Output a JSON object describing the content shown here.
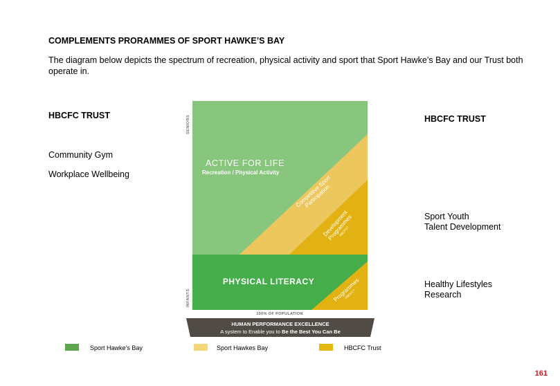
{
  "heading": "COMPLEMENTS PRORAMMES OF SPORT HAWKE’S BAY",
  "intro": "The diagram below depicts the spectrum of recreation, physical activity and sport that Sport Hawke’s Bay and our Trust both operate in.",
  "left_column": {
    "title": "HBCFC TRUST",
    "items": [
      "Community Gym",
      "Workplace Wellbeing"
    ]
  },
  "right_column": {
    "title": "HBCFC TRUST",
    "item_1": [
      "Sport Youth",
      "Talent Development"
    ],
    "item_2": [
      "Healthy Lifestyles",
      "Research"
    ]
  },
  "diagram": {
    "axis_top": "SENIORS",
    "axis_bottom": "INFANTS",
    "axis_x": "100% OF POPULATION",
    "active_title": "ACTIVE FOR LIFE",
    "active_subtitle": "Recreation / Physical Activity",
    "competitive_line1": "Competitive Sport",
    "competitive_line2": "Participation",
    "development_line1": "Development",
    "development_line2": "Programmes",
    "development_tag": "HBCFCT",
    "literacy_title": "PHYSICAL LITERACY",
    "programmes_line1": "Programmes",
    "programmes_tag": "HBCFCT",
    "banner_title": "HUMAN PERFORMANCE EXCELLENCE",
    "banner_sub_prefix": "A system to Enable you to ",
    "banner_sub_bold": "Be the Best You Can Be",
    "colors": {
      "light_green": "#88c67e",
      "dark_green": "#45ad4a",
      "light_yellow": "#ebc75e",
      "dark_yellow": "#e1b212",
      "banner": "#514b46"
    }
  },
  "legend": [
    {
      "label": "Sport Hawke’s Bay",
      "color": "#5ca64e"
    },
    {
      "label": "Sport Hawkes Bay",
      "color": "#f4d77a"
    },
    {
      "label": "HBCFC Trust",
      "color": "#e6b80f"
    }
  ],
  "page_number": "161"
}
